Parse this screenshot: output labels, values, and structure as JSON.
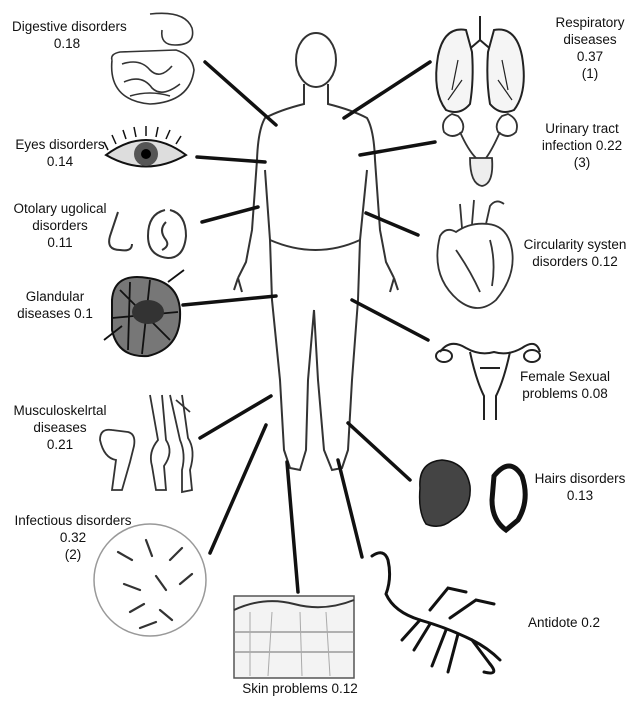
{
  "categories": [
    {
      "key": "digestive",
      "lines": [
        "Digestive disorders",
        "0.18"
      ],
      "icon": "intestines-icon"
    },
    {
      "key": "eyes",
      "lines": [
        "Eyes disorders",
        "0.14"
      ],
      "icon": "eye-icon"
    },
    {
      "key": "otolaryngology",
      "lines": [
        "Otolary ugolical",
        "disorders",
        "0.11"
      ],
      "icon": "nose-ear-icon"
    },
    {
      "key": "glandular",
      "lines": [
        "Glandular",
        "diseases 0.1"
      ],
      "icon": "gland-icon"
    },
    {
      "key": "musculoskeletal",
      "lines": [
        "Musculoskelrtal",
        "diseases",
        "0.21"
      ],
      "icon": "bone-joint-icon"
    },
    {
      "key": "infectious",
      "lines": [
        "Infectious disorders",
        "0.32",
        "(2)"
      ],
      "icon": "microbes-petri-icon"
    },
    {
      "key": "skin",
      "lines": [
        "Skin problems 0.12"
      ],
      "icon": "skin-layers-icon"
    },
    {
      "key": "antidote",
      "lines": [
        "Antidote 0.2"
      ],
      "icon": "scorpion-icon"
    },
    {
      "key": "hair",
      "lines": [
        "Hairs disorders",
        "0.13"
      ],
      "icon": "hair-icon"
    },
    {
      "key": "female",
      "lines": [
        "Female Sexual",
        "problems 0.08"
      ],
      "icon": "uterus-icon"
    },
    {
      "key": "circulatory",
      "lines": [
        "Circularity systen",
        "disorders 0.12"
      ],
      "icon": "heart-icon"
    },
    {
      "key": "urinary",
      "lines": [
        "Urinary tract",
        "infection 0.22",
        "(3)"
      ],
      "icon": "kidneys-icon"
    },
    {
      "key": "respiratory",
      "lines": [
        "Respiratory",
        "diseases",
        "0.37",
        "(1)"
      ],
      "icon": "lungs-icon"
    }
  ],
  "colors": {
    "line": "#111111",
    "ink": "#222222",
    "outline": "#333333"
  }
}
